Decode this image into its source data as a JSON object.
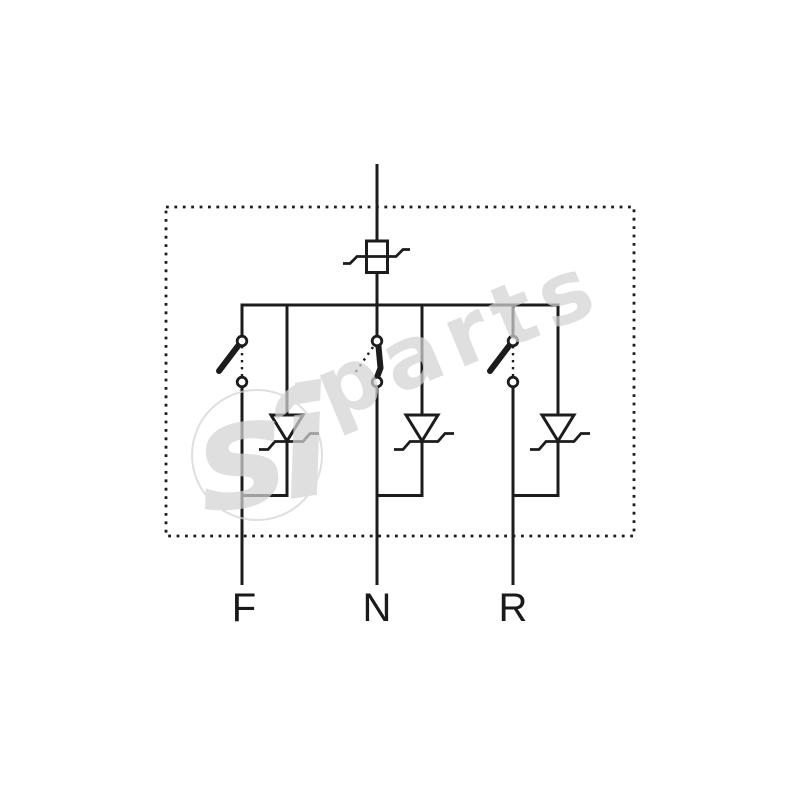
{
  "diagram": {
    "kind": "circuit-schematic",
    "enclosure": "dotted-outline-box",
    "input_component": "thermal fuse disconnector",
    "terminals": [
      {
        "label": "F"
      },
      {
        "label": "N"
      },
      {
        "label": "R"
      }
    ],
    "branches": [
      {
        "terminal": "F",
        "switch_state": "open",
        "device": "surge suppressor diode"
      },
      {
        "terminal": "N",
        "switch_state": "closed",
        "device": "surge suppressor diode"
      },
      {
        "terminal": "R",
        "switch_state": "open",
        "device": "surge suppressor diode"
      }
    ]
  },
  "watermark": {
    "logo": "si",
    "name": "parts"
  },
  "colors": {
    "line": "#1c1c1c",
    "watermark": "#d3d3d3",
    "background": "#ffffff"
  }
}
